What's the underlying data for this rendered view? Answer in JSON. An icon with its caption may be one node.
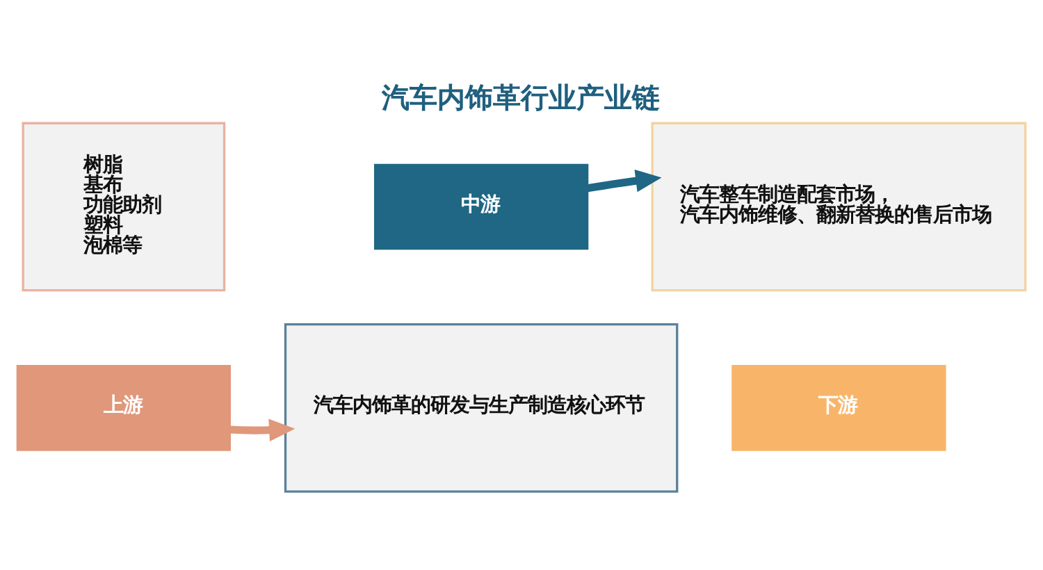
{
  "diagram": {
    "title": "汽车内饰革行业产业链",
    "nodes": [
      {
        "text": [
          "树脂",
          "基布",
          "功能助剂",
          "塑料",
          "泡棉等"
        ]
      },
      {
        "text": [
          "上游"
        ]
      },
      {
        "text": [
          "中游"
        ]
      },
      {
        "text": [
          "汽车内饰革的研发与生产制造核心环节"
        ]
      },
      {
        "text": [
          "汽车整车制造配套市场，",
          "汽车内饰维修、翻新替换的售后市场"
        ]
      },
      {
        "text": [
          "下游"
        ]
      }
    ],
    "edges": [
      {
        "from": 1,
        "to": 3,
        "arrow": "to",
        "color": "#e0977a"
      },
      {
        "from": 2,
        "to": 4,
        "arrow": "to",
        "color": "#1f6784"
      }
    ]
  }
}
